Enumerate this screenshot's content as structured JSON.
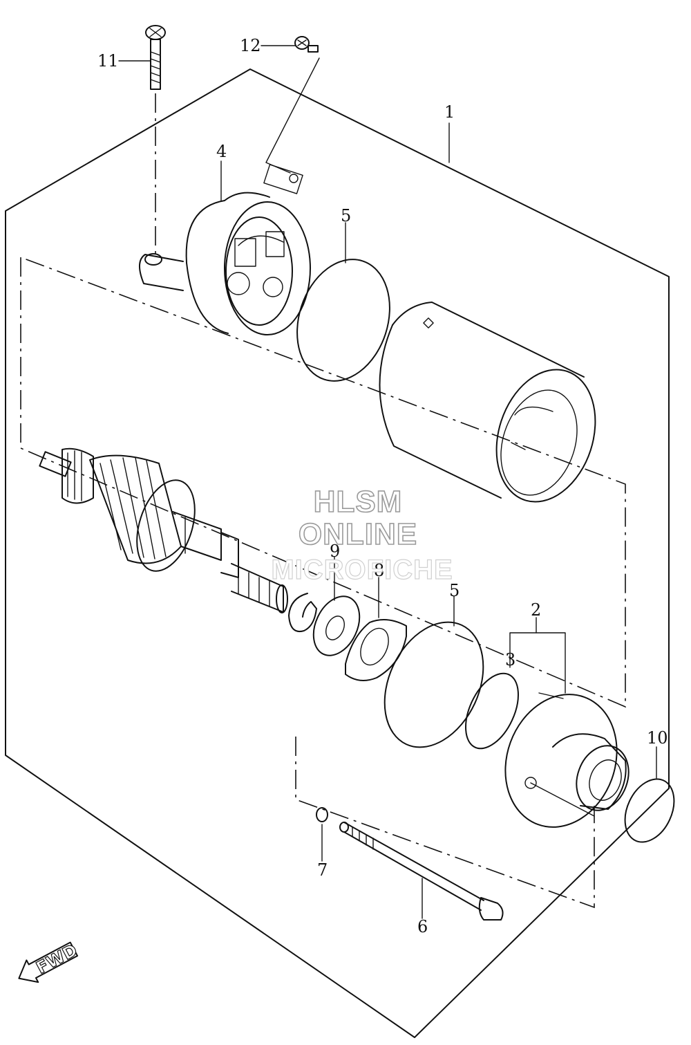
{
  "callouts": {
    "c1": "1",
    "c2": "2",
    "c3": "3",
    "c4": "4",
    "c5a": "5",
    "c5b": "5",
    "c6": "6",
    "c7": "7",
    "c8": "8",
    "c9": "9",
    "c10": "10",
    "c11": "11",
    "c12": "12"
  },
  "watermark": {
    "line1": "HLSM",
    "line2": "ONLINE",
    "line3": "MICROFICHE"
  },
  "direction_badge": "FWD"
}
